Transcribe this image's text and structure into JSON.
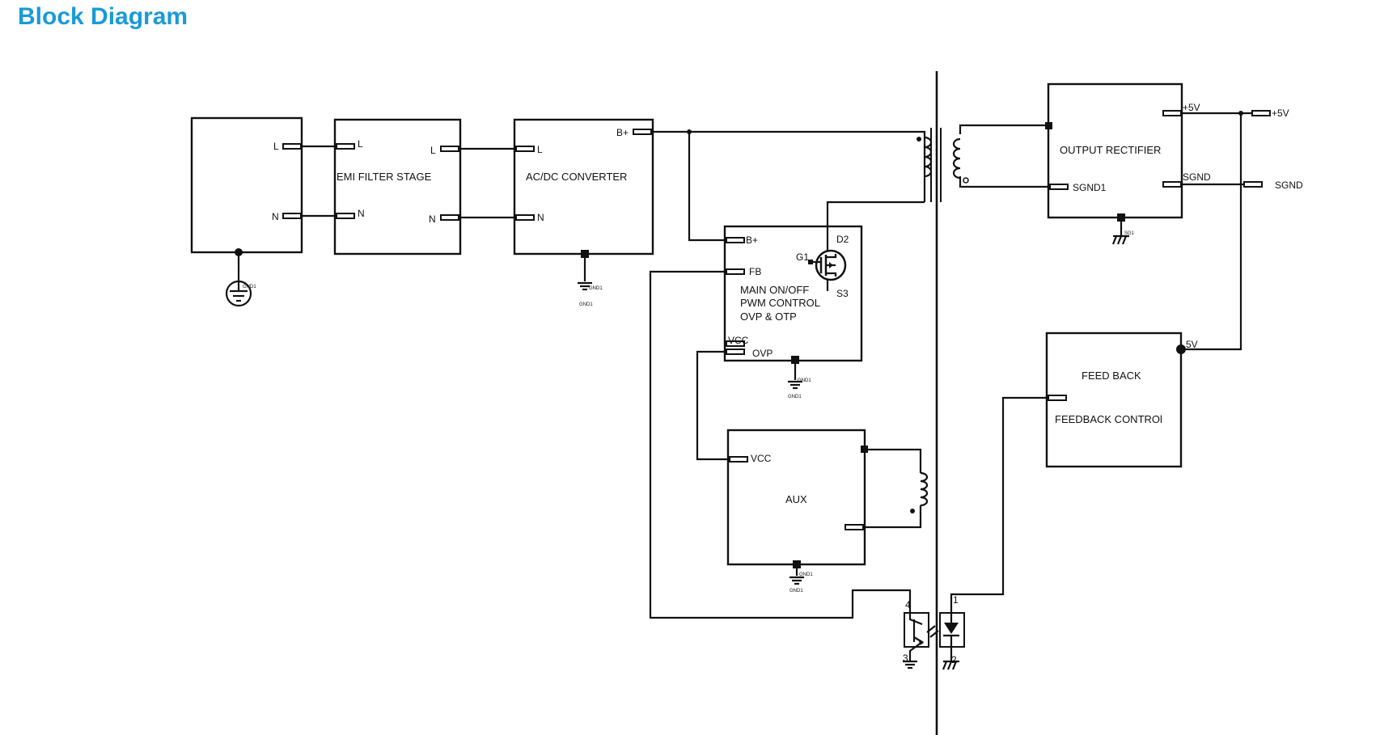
{
  "title": "Block Diagram",
  "blocks": {
    "emi": "EMI FILTER STAGE",
    "acdc": "AC/DC CONVERTER",
    "main": [
      "MAIN ON/OFF",
      "PWM CONTROL",
      "OVP & OTP"
    ],
    "aux": "AUX",
    "rect": "OUTPUT RECTIFIER",
    "fb1": "FEED BACK",
    "fb2": "FEEDBACK CONTROl"
  },
  "pins": {
    "L": "L",
    "N": "N",
    "bplus": "B+",
    "fb": "FB",
    "vcc": "VCC",
    "ovp": "OVP",
    "g1": "G1",
    "d2": "D2",
    "s3": "S3",
    "plus5v": "+5V",
    "fivev": "5V",
    "sgnd": "SGND",
    "sgnd1": "SGND1",
    "opto": [
      "4",
      "3",
      "1",
      "2"
    ]
  },
  "ground_labels": {
    "gnd1": "GND1",
    "sg1": "SG1"
  }
}
